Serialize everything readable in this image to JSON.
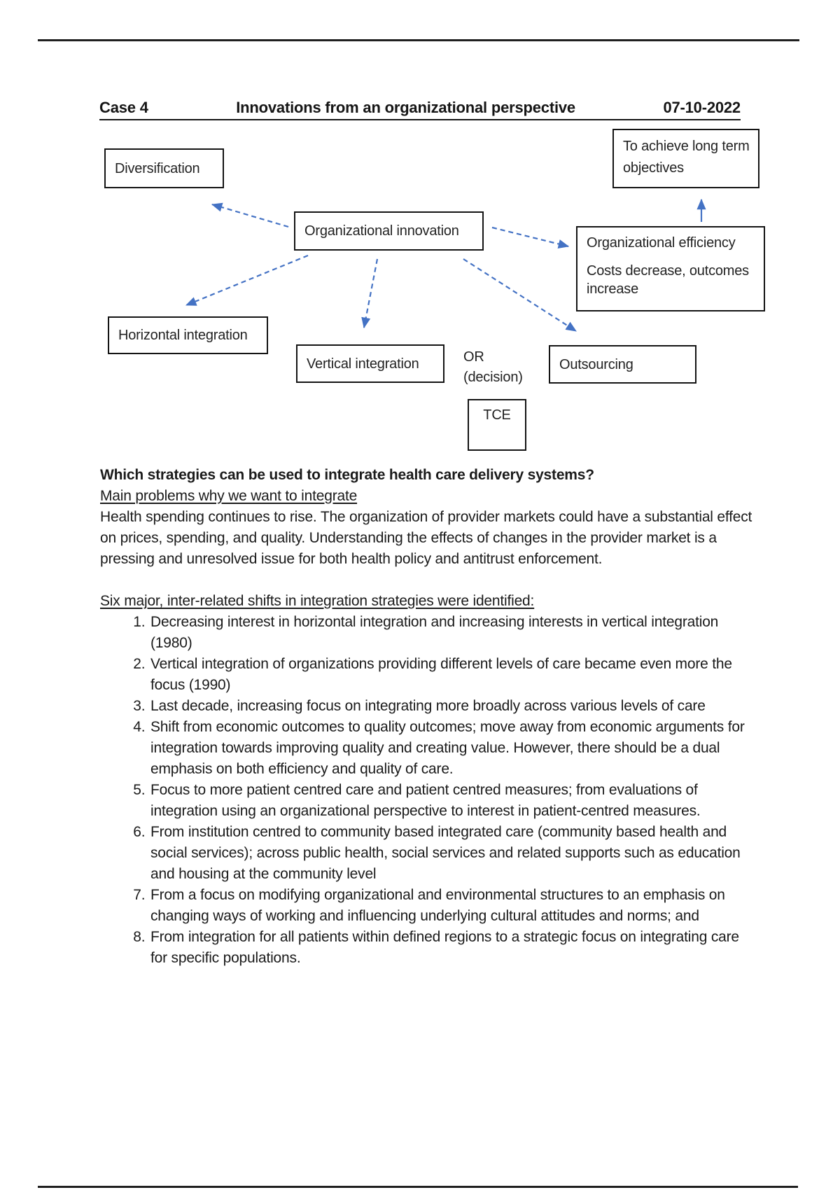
{
  "header": {
    "case_label": "Case 4",
    "title": "Innovations from an organizational perspective",
    "date": "07-10-2022"
  },
  "diagram": {
    "arrow_color": "#4472c4",
    "boxes": {
      "diversification": "Diversification",
      "long_term_objectives": "To achieve long term objectives",
      "organizational_innovation": "Organizational innovation",
      "organizational_efficiency_title": "Organizational efficiency",
      "organizational_efficiency_subtitle": "Costs decrease, outcomes increase",
      "horizontal_integration": "Horizontal integration",
      "vertical_integration": "Vertical integration",
      "outsourcing": "Outsourcing",
      "tce": "TCE"
    },
    "or_label": "OR",
    "or_sublabel": "(decision)",
    "edges": [
      {
        "from": "Organizational innovation",
        "to": "Diversification",
        "style": "dashed"
      },
      {
        "from": "Organizational innovation",
        "to": "Organizational efficiency",
        "style": "dashed"
      },
      {
        "from": "Organizational innovation",
        "to": "Horizontal integration",
        "style": "dashed"
      },
      {
        "from": "Organizational innovation",
        "to": "Vertical integration",
        "style": "dashed"
      },
      {
        "from": "Organizational innovation",
        "to": "Outsourcing",
        "style": "dashed"
      },
      {
        "from": "Organizational efficiency",
        "to": "To achieve long term objectives",
        "style": "solid"
      }
    ]
  },
  "content": {
    "question_heading": "Which strategies can be used to integrate health care delivery systems?",
    "main_problems_heading": "Main problems why we want to integrate",
    "paragraph": "Health spending continues to rise. The organization of provider markets could have a substantial effect on prices, spending, and quality. Understanding the effects of changes in the provider market is a pressing and unresolved issue for both health policy and antitrust enforcement.",
    "shifts_heading": "Six major, inter-related shifts in integration strategies were identified:",
    "list_items": [
      "Decreasing interest in horizontal integration and increasing interests in vertical integration (1980)",
      "Vertical integration of organizations providing different levels of care became even more the focus (1990)",
      "Last decade, increasing focus on integrating more broadly across various levels of care",
      "Shift from economic outcomes to quality outcomes; move away from economic arguments for integration towards improving quality and creating value. However, there should be a dual emphasis on both efficiency and quality of care.",
      "Focus to more patient centred care and patient centred measures; from evaluations of integration using an organizational perspective to interest in patient-centred measures.",
      "From institution centred to community based integrated care (community based health and social services); across public health, social services and related supports such as education and housing at the community level",
      "From a focus on modifying organizational and environmental structures to an emphasis on changing ways of working and influencing underlying cultural attitudes and norms; and",
      "From integration for all patients within defined regions to a strategic focus on integrating care for specific populations."
    ]
  }
}
